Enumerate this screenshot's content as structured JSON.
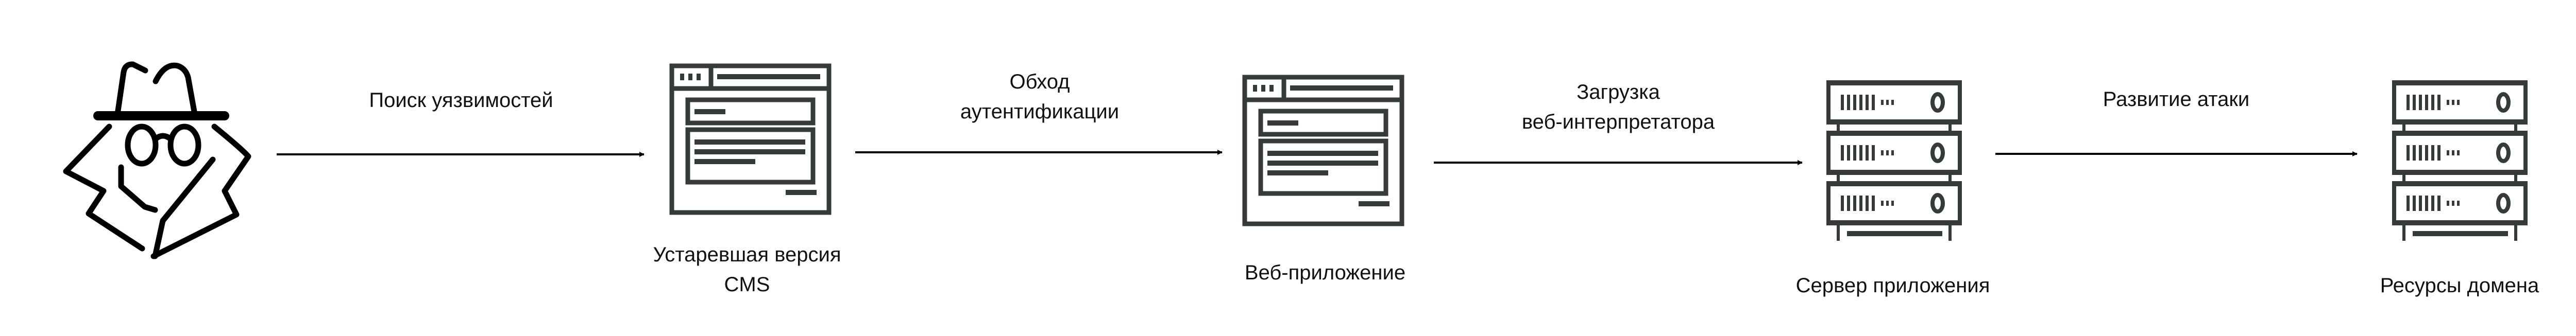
{
  "nodes": [
    {
      "id": "attacker",
      "label": "",
      "icon": "hacker-icon"
    },
    {
      "id": "cms",
      "label_lines": [
        "Устаревшая версия",
        "CMS"
      ],
      "icon": "browser-window-icon"
    },
    {
      "id": "webapp",
      "label_lines": [
        "Веб-приложение"
      ],
      "icon": "browser-window-icon"
    },
    {
      "id": "app-server",
      "label_lines": [
        "Сервер приложения"
      ],
      "icon": "server-rack-icon"
    },
    {
      "id": "domain",
      "label_lines": [
        "Ресурсы домена"
      ],
      "icon": "server-rack-icon"
    }
  ],
  "edges": [
    {
      "from": "attacker",
      "to": "cms",
      "label_lines": [
        "Поиск уязвимостей"
      ]
    },
    {
      "from": "cms",
      "to": "webapp",
      "label_lines": [
        "Обход",
        "аутентификации"
      ]
    },
    {
      "from": "webapp",
      "to": "app-server",
      "label_lines": [
        "Загрузка",
        "веб-интерпретатора"
      ]
    },
    {
      "from": "app-server",
      "to": "domain",
      "label_lines": [
        "Развитие атаки"
      ]
    }
  ],
  "colors": {
    "icon": "#353a3a",
    "hacker": "#000000",
    "arrow": "#000000",
    "text": "#111111"
  }
}
